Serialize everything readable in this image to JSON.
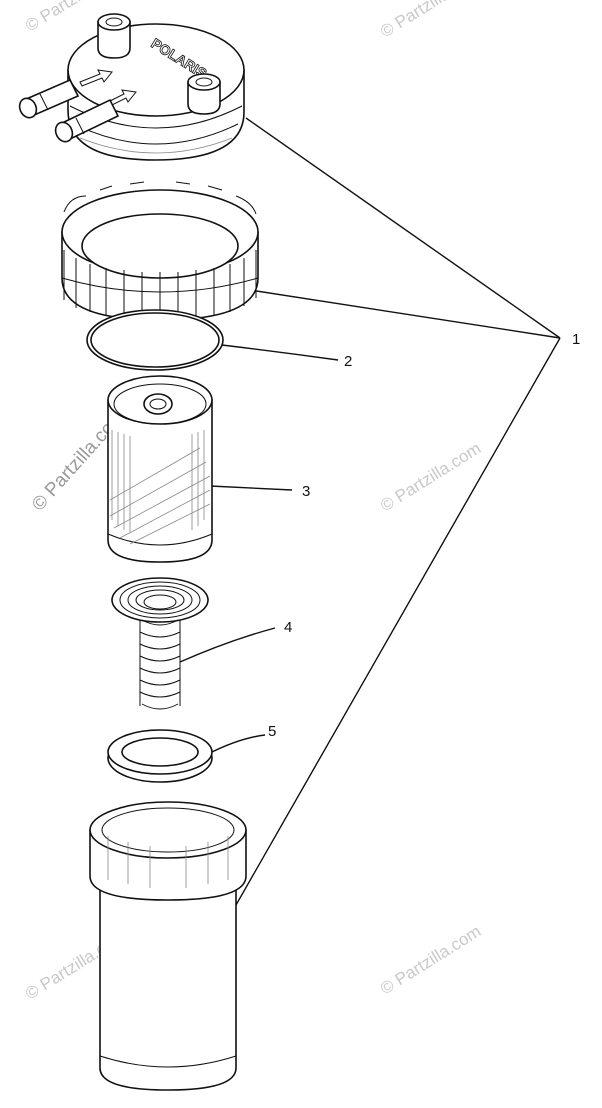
{
  "callouts": {
    "c1": "1",
    "c2": "2",
    "c3": "3",
    "c4": "4",
    "c5": "5"
  },
  "cap_text": "POLARIS",
  "watermark": {
    "main": "© Partzilla.com",
    "small": "© Partzilla.com"
  },
  "colors": {
    "ink": "#111111",
    "watermark": "#c9c9c9"
  }
}
